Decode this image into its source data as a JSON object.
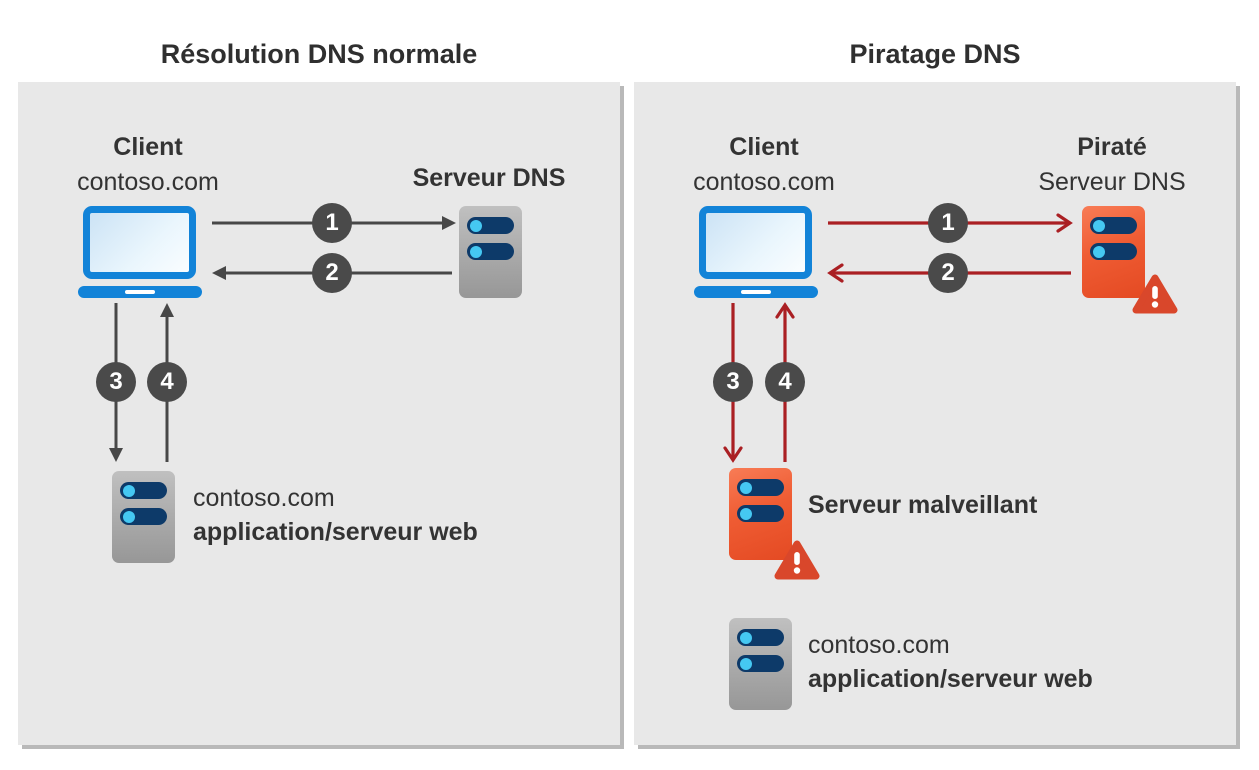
{
  "titles": {
    "left": "Résolution DNS normale",
    "right": "Piratage DNS"
  },
  "left_panel": {
    "client_name": "Client",
    "client_domain": "contoso.com",
    "dns_label": "Serveur DNS",
    "steps": [
      "1",
      "2",
      "3",
      "4"
    ],
    "web_line1": "contoso.com",
    "web_line2": "application/serveur web"
  },
  "right_panel": {
    "client_name": "Client",
    "client_domain": "contoso.com",
    "dns_title": "Piraté",
    "dns_subtitle": "Serveur DNS",
    "steps": [
      "1",
      "2",
      "3",
      "4"
    ],
    "malicious_label": "Serveur malveillant",
    "web_line1": "contoso.com",
    "web_line2": "application/serveur web"
  },
  "icons": {
    "client": "laptop-icon",
    "dns_server": "server-icon",
    "web_server": "server-icon",
    "hacked_marker": "warning-triangle-icon"
  },
  "colors": {
    "panel_bg": "#e8e8e8",
    "normal_arrow": "#474747",
    "attack_arrow": "#aa1f23",
    "step_circle": "#4a4a4a",
    "laptop_blue": "#1283d8",
    "server_gray": "#a9a9a9",
    "server_orange": "#ee5b33",
    "warning_red_orange": "#d9472b",
    "slot_navy": "#0d3a69",
    "slot_dot_cyan": "#45c8f2",
    "text": "#333333"
  }
}
